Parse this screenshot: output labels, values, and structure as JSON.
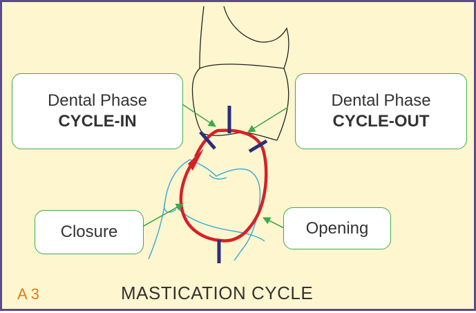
{
  "labels": {
    "cycle_in": {
      "line1": "Dental Phase",
      "line2": "CYCLE-IN"
    },
    "cycle_out": {
      "line1": "Dental Phase",
      "line2": "CYCLE-OUT"
    },
    "closure": "Closure",
    "opening": "Opening"
  },
  "panel_id": "A 3",
  "caption": "MASTICATION CYCLE",
  "colors": {
    "background": "#fdf6cf",
    "frame": "#5b4a8e",
    "cycle_path": "#d62027",
    "phase_marks": "#2b2f7a",
    "lower_tooth": "#34a8d8",
    "upper_tooth": "#222222",
    "pointer_arrows": "#3ea84a",
    "panel_id": "#e07a1a"
  }
}
